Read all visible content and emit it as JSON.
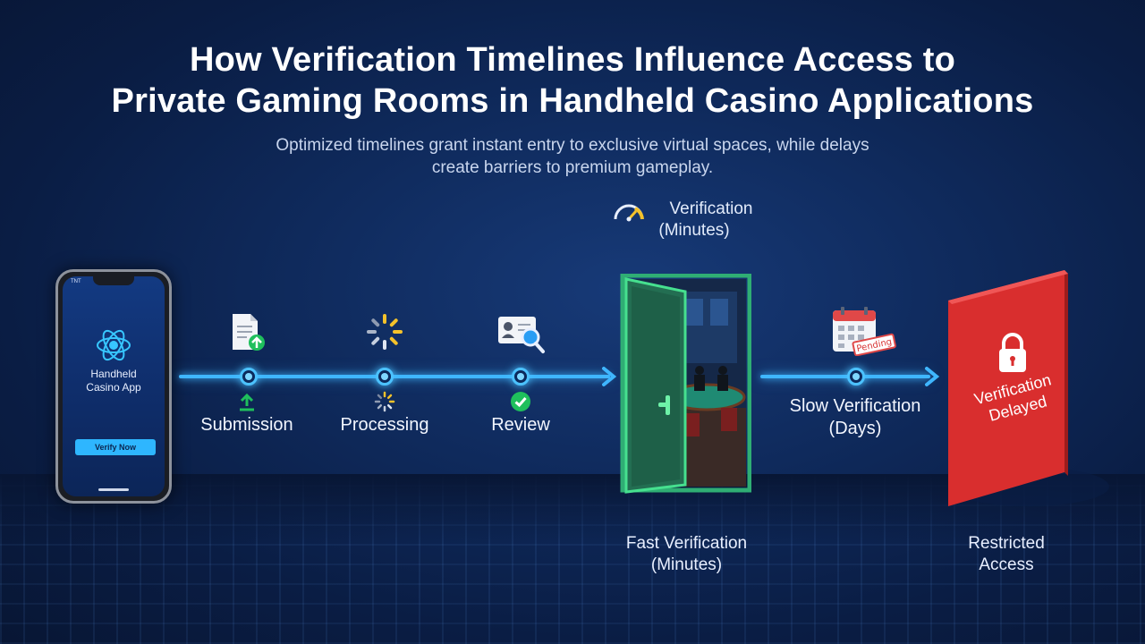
{
  "title_line1": "How Verification  Timelines Influence Access to",
  "title_line2": "Private Gaming Rooms in Handheld Casino Applications",
  "subtitle_line1": "Optimized timelines grant instant entry to exclusive virtual spaces, while delays",
  "subtitle_line2": "create barriers to premium gameplay.",
  "top_badge": {
    "line1": "Verification",
    "line2": "(Minutes)"
  },
  "phone": {
    "status": "TNT",
    "app_name_line1": "Handheld",
    "app_name_line2": "Casino App",
    "button": "Verify Now"
  },
  "steps": [
    {
      "label": "Submission",
      "icon": "document-upload-icon"
    },
    {
      "label": "Processing",
      "icon": "loading-spinner-icon"
    },
    {
      "label": "Review",
      "icon": "id-magnifier-icon"
    }
  ],
  "fast": {
    "line1": "Fast Verification",
    "line2": "(Minutes)"
  },
  "slow": {
    "line1": "Slow Verification",
    "line2": "(Days)",
    "stamp": "Pending"
  },
  "restricted": {
    "panel_line1": "Verification",
    "panel_line2": "Delayed",
    "line1": "Restricted",
    "line2": "Access"
  },
  "colors": {
    "accent": "#3fb6ff",
    "door": "#2fae74",
    "block": "#e23a3a",
    "check": "#1fbf5c"
  }
}
